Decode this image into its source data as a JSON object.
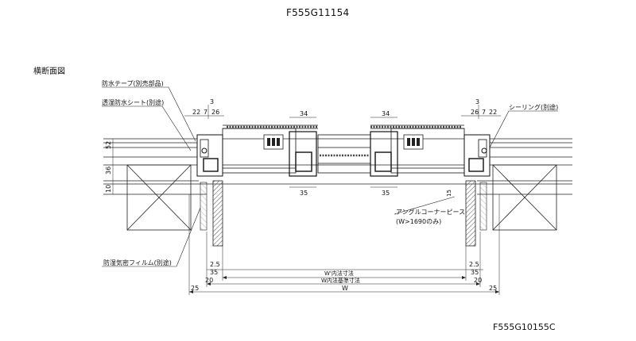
{
  "header": {
    "product_code": "F555G11154"
  },
  "section": {
    "title": "横断面図"
  },
  "notes": {
    "waterproof_tape": "防水テープ(別売部品)",
    "moisture_sheet": "透湿防水シート(別途)",
    "sealing": "シーリング(別途)",
    "vapor_film": "防湿気密フィルム(別途)",
    "angle_corner": "アングルコーナーピース",
    "angle_corner_cond": "(W>1690のみ)"
  },
  "dims": {
    "d3": "3",
    "d22": "22",
    "d7": "7",
    "d26": "26",
    "d34": "34",
    "d35": "35",
    "d52": "52",
    "d36": "36",
    "d10": "10",
    "d15": "15",
    "d25": "2.5",
    "d20": "20",
    "d25b": "25",
    "inner": "W'内法寸法",
    "inner_ref": "W内法基準寸法",
    "w": "W"
  },
  "footer": {
    "drawing_code": "F555G10155C"
  },
  "colors": {
    "line": "#222222",
    "hatch": "#555555"
  }
}
